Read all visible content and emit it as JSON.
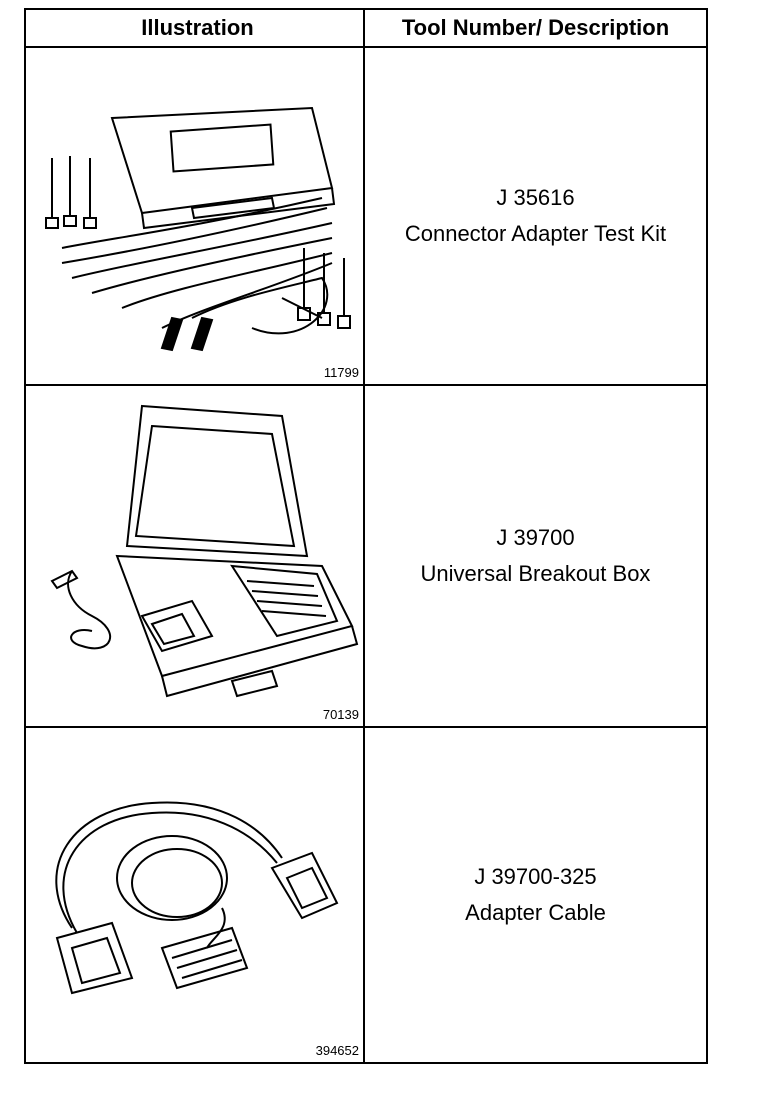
{
  "header": {
    "illustration": "Illustration",
    "tool_description": "Tool Number/ Description"
  },
  "rows": [
    {
      "figure_number": "11799",
      "tool_number": "J 35616",
      "description": "Connector Adapter Test Kit"
    },
    {
      "figure_number": "70139",
      "tool_number": "J 39700",
      "description": "Universal Breakout Box"
    },
    {
      "figure_number": "394652",
      "tool_number": "J 39700-325",
      "description": "Adapter Cable"
    }
  ]
}
